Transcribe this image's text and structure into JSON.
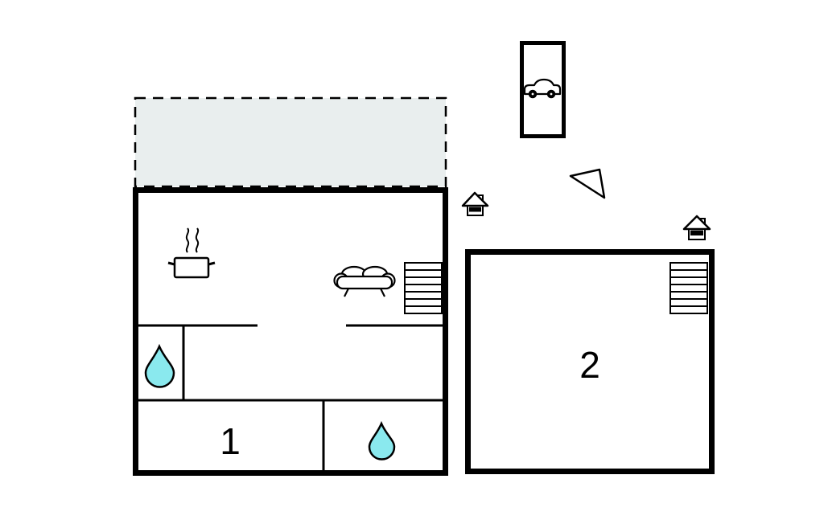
{
  "floorplan": {
    "room1_label": "1",
    "room2_label": "2",
    "colors": {
      "wall": "#000000",
      "terrace_fill": "#e9eeee",
      "water_drop": "#8ae9ee",
      "background": "#ffffff"
    },
    "icons": {
      "terrace": "terrace-dashed-area",
      "stove": "stove-icon",
      "sofa": "sofa-icon",
      "stairs_main": "stairs-icon",
      "stairs_building2": "stairs-icon",
      "water_drop_bathroom": "water-drop-icon",
      "water_drop_room": "water-drop-icon",
      "car": "car-icon",
      "carport": "carport-area",
      "entrance_main": "entrance-icon",
      "entrance_building2": "entrance-icon",
      "north_arrow": "north-arrow-icon"
    }
  }
}
